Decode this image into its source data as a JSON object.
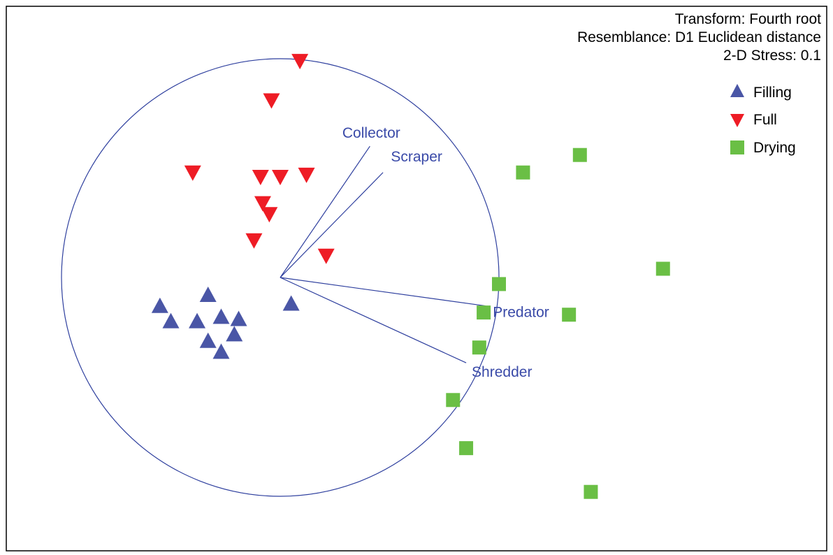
{
  "chart_data": {
    "type": "scatter",
    "title": "",
    "xlabel": "",
    "ylabel": "",
    "xlim": [
      -1.6,
      1.85
    ],
    "ylim": [
      -1.15,
      1.15
    ],
    "grid": false,
    "info_lines": [
      "Transform: Fourth root",
      "Resemblance: D1 Euclidean distance",
      "2-D Stress: 0.1"
    ],
    "legend": {
      "placement": "top-right",
      "entries": [
        {
          "name": "Filling",
          "marker": "triangle-up",
          "color": "#4a56a6"
        },
        {
          "name": "Full",
          "marker": "triangle-down",
          "color": "#ee1c25"
        },
        {
          "name": "Drying",
          "marker": "square",
          "color": "#6abf45"
        }
      ]
    },
    "circle": {
      "center": [
        0,
        0
      ],
      "radius": 1.0,
      "color": "#2e3f9e"
    },
    "vectors": [
      {
        "label": "Collector",
        "x": 0.41,
        "y": 0.6
      },
      {
        "label": "Scraper",
        "x": 0.47,
        "y": 0.48
      },
      {
        "label": "Predator",
        "x": 0.94,
        "y": -0.13
      },
      {
        "label": "Shredder",
        "x": 0.85,
        "y": -0.39
      }
    ],
    "series": [
      {
        "name": "Filling",
        "points": [
          [
            -0.55,
            -0.13
          ],
          [
            -0.33,
            -0.08
          ],
          [
            -0.5,
            -0.2
          ],
          [
            -0.38,
            -0.2
          ],
          [
            -0.27,
            -0.18
          ],
          [
            -0.19,
            -0.19
          ],
          [
            -0.33,
            -0.29
          ],
          [
            -0.21,
            -0.26
          ],
          [
            -0.27,
            -0.34
          ],
          [
            0.05,
            -0.12
          ]
        ]
      },
      {
        "name": "Full",
        "points": [
          [
            0.09,
            0.99
          ],
          [
            -0.04,
            0.81
          ],
          [
            -0.4,
            0.48
          ],
          [
            -0.09,
            0.46
          ],
          [
            0.0,
            0.46
          ],
          [
            0.12,
            0.47
          ],
          [
            -0.08,
            0.34
          ],
          [
            -0.05,
            0.29
          ],
          [
            -0.12,
            0.17
          ],
          [
            0.21,
            0.1
          ]
        ]
      },
      {
        "name": "Drying",
        "points": [
          [
            1.37,
            0.56
          ],
          [
            1.11,
            0.48
          ],
          [
            1.75,
            0.04
          ],
          [
            1.0,
            -0.03
          ],
          [
            1.32,
            -0.17
          ],
          [
            0.93,
            -0.16
          ],
          [
            0.91,
            -0.32
          ],
          [
            0.79,
            -0.56
          ],
          [
            0.85,
            -0.78
          ],
          [
            1.42,
            -0.98
          ]
        ]
      }
    ]
  }
}
